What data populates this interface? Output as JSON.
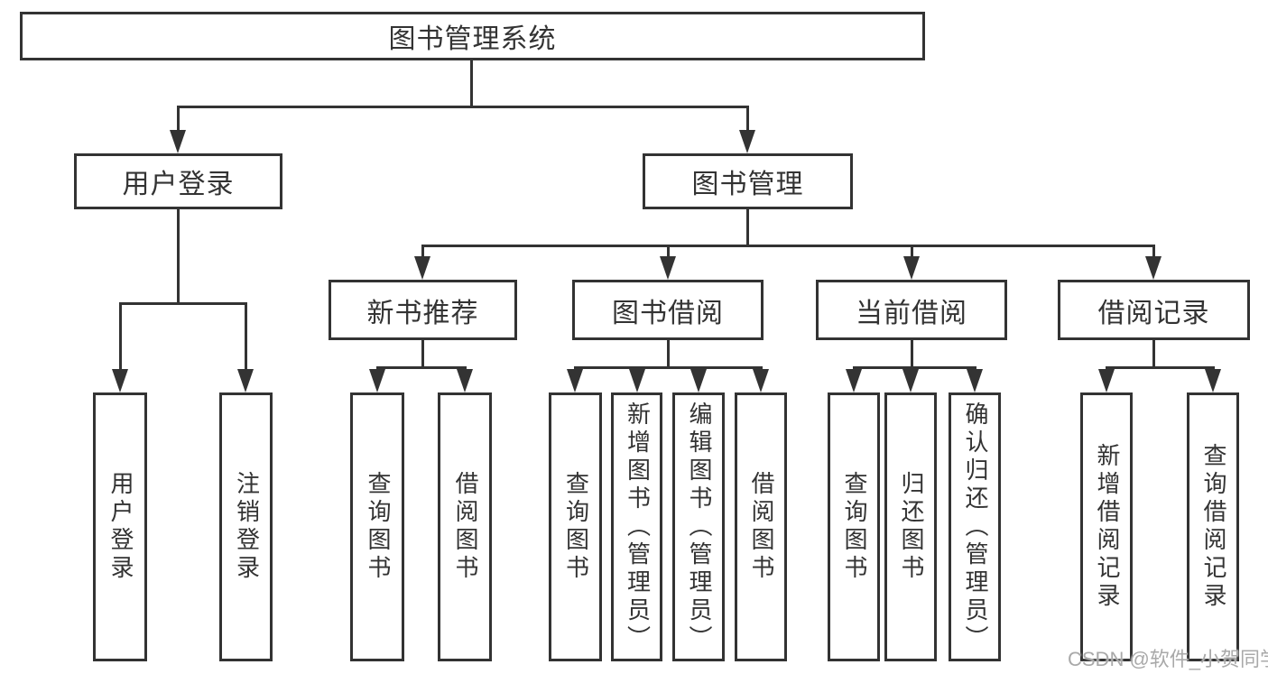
{
  "nodes": {
    "root": "图书管理系统",
    "level2": {
      "user_login": "用户登录",
      "book_management": "图书管理"
    },
    "level3": {
      "new_book_recommend": "新书推荐",
      "book_borrowing": "图书借阅",
      "current_borrowing": "当前借阅",
      "borrowing_records": "借阅记录"
    },
    "level4": {
      "user_login_children": [
        "用户登录",
        "注销登录"
      ],
      "new_book_recommend_children": [
        "查询图书",
        "借阅图书"
      ],
      "book_borrowing_children": [
        "查询图书",
        "新增图书（管理员）",
        "编辑图书（管理员）",
        "借阅图书"
      ],
      "current_borrowing_children": [
        "查询图书",
        "归还图书",
        "确认归还（管理员）"
      ],
      "borrowing_records_children": [
        "新增借阅记录",
        "查询借阅记录"
      ]
    }
  },
  "watermark": "CSDN @软件_小贺同学",
  "colors": {
    "line": "#333333",
    "box_fill": "#ffffff",
    "text": "#333333",
    "background": "#ffffff",
    "watermark": "#a9a9a9"
  }
}
